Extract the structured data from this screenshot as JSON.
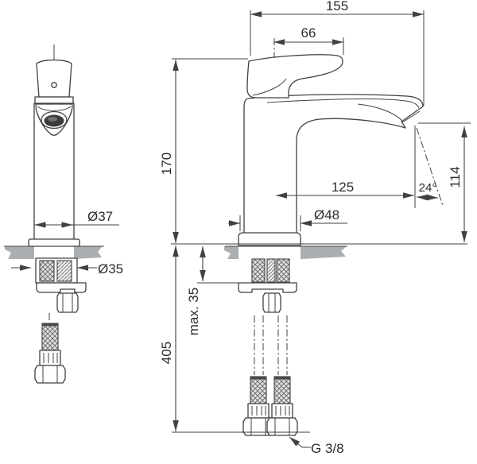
{
  "colors": {
    "line": "#414144",
    "deck_gray": "#abaeb0",
    "aerator_dark": "#3b3b3d",
    "aerator_mid": "#6f6f71",
    "background": "#ffffff"
  },
  "dims": {
    "overall_depth": "155",
    "handle_depth": "66",
    "height_above_deck": "170",
    "spout_projection": "125",
    "outlet_angle": "24°",
    "outlet_height": "114",
    "body_diameter": "Ø37",
    "base_diameter": "Ø48",
    "hole_diameter": "Ø35",
    "max_deck_thickness": "max. 35",
    "below_deck_length": "405",
    "thread_label": "G 3/8"
  }
}
